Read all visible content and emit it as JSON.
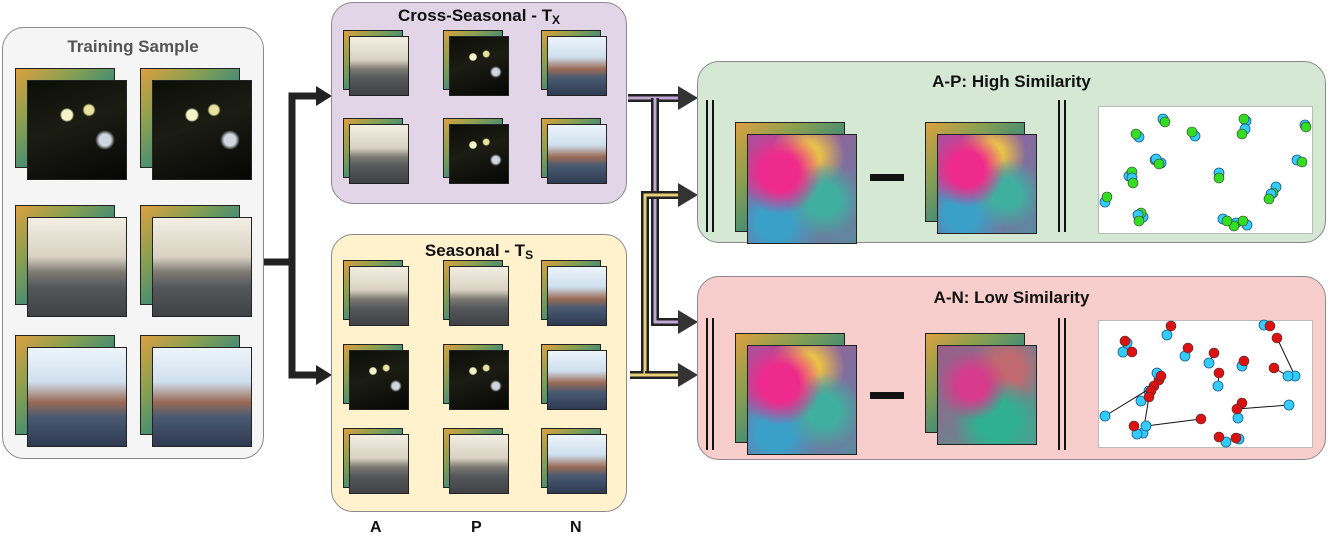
{
  "training": {
    "title": "Training Sample"
  },
  "cross_seasonal": {
    "title": "Cross-Seasonal - T",
    "sub": "X"
  },
  "seasonal": {
    "title": "Seasonal - T",
    "sub": "S"
  },
  "columns": [
    "A",
    "P",
    "N"
  ],
  "high_sim": {
    "title": "A-P: High Similarity"
  },
  "low_sim": {
    "title": "A-N: Low Similarity"
  },
  "colors": {
    "training_bg": "#f5f5f5",
    "cross_bg": "#e1d5e7",
    "seasonal_bg": "#fff2cc",
    "high_bg": "#d5e8d4",
    "low_bg": "#f8cecc",
    "arrow_dark": "#333333",
    "arrow_purple": "#9673a6",
    "arrow_gold": "#d6b656",
    "kp_cyan": "#33ccff",
    "kp_green": "#33dd22",
    "kp_red": "#dd1111"
  }
}
